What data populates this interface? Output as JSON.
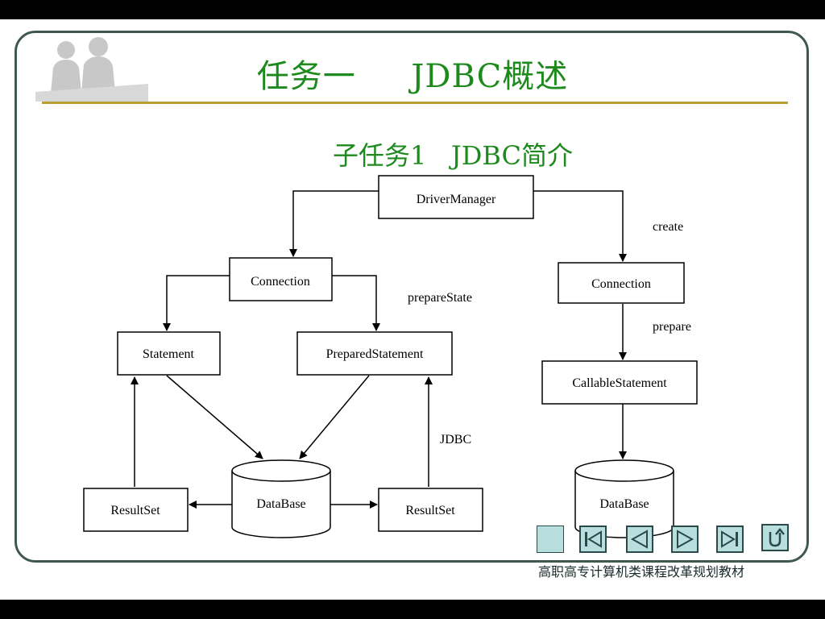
{
  "slide": {
    "title": "任务一     JDBC概述",
    "subtitle": "子任务1   JDBC简介",
    "footer": "高职高专计算机类课程改革规划教材"
  },
  "diagram": {
    "nodes": {
      "driver_manager": "DriverManager",
      "connection_left": "Connection",
      "statement": "Statement",
      "prepared_statement": "PreparedStatement",
      "database_left": "DataBase",
      "resultset_left": "ResultSet",
      "resultset_right": "ResultSet",
      "connection_right": "Connection",
      "callable_statement": "CallableStatement",
      "database_right": "DataBase"
    },
    "labels": {
      "create": "create",
      "prepare_state": "prepareState",
      "prepare": "prepare",
      "jdbc": "JDBC"
    }
  },
  "navigation": {
    "buttons": [
      "blank-icon",
      "first-page-icon",
      "previous-icon",
      "next-icon",
      "last-page-icon",
      "return-icon"
    ]
  },
  "colors": {
    "title": "#1e8a1e",
    "rule": "#b8a030",
    "frame": "#3f5a4c",
    "nav_fill": "#b8dede",
    "nav_border": "#2a4a4a"
  }
}
